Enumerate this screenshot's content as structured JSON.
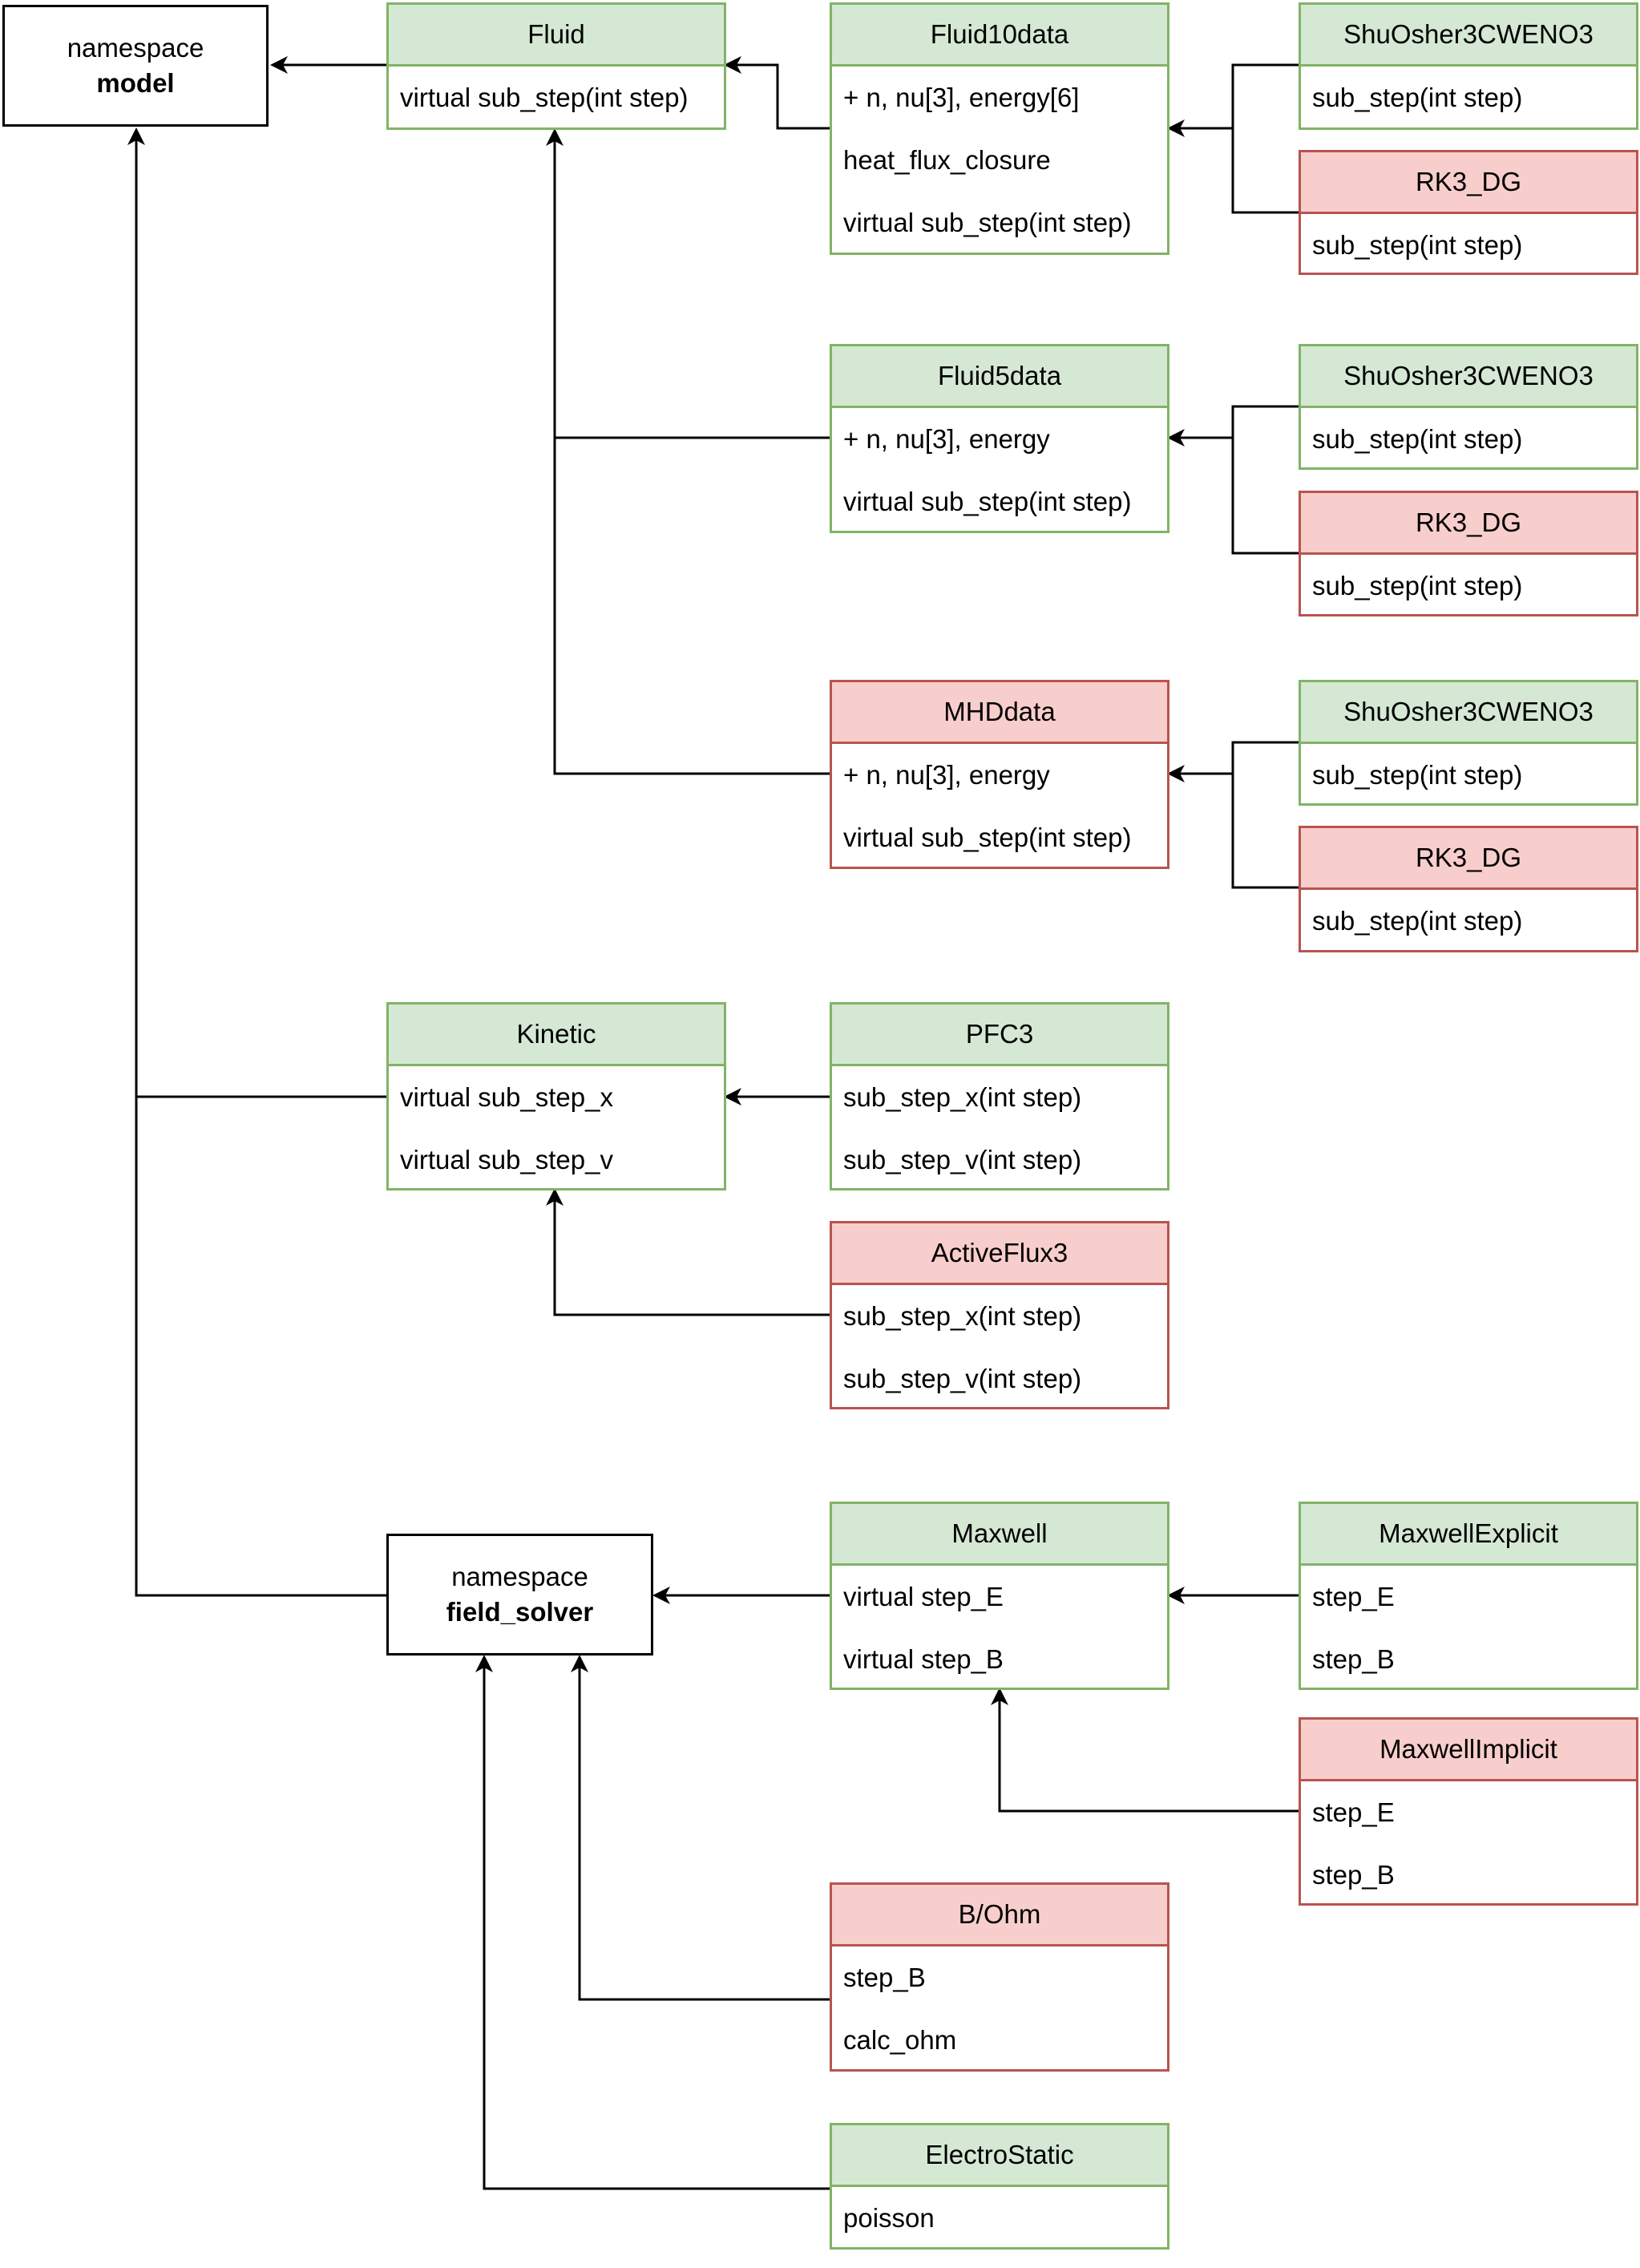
{
  "colors": {
    "green_fill": "#d5e8d4",
    "green_border": "#82b366",
    "red_fill": "#f8cecc",
    "red_border": "#b85450",
    "line": "#000000"
  },
  "namespaces": {
    "model": {
      "line1": "namespace",
      "line2": "model"
    },
    "field_solver": {
      "line1": "namespace",
      "line2": "field_solver"
    }
  },
  "classes": {
    "fluid": {
      "title": "Fluid",
      "members": [
        "virtual sub_step(int step)"
      ]
    },
    "fluid10data": {
      "title": "Fluid10data",
      "members": [
        "+ n, nu[3], energy[6]",
        "heat_flux_closure",
        "virtual sub_step(int step)"
      ]
    },
    "fluid10_shuosher": {
      "title": "ShuOsher3CWENO3",
      "members": [
        "sub_step(int step)"
      ]
    },
    "fluid10_rk3dg": {
      "title": "RK3_DG",
      "members": [
        "sub_step(int step)"
      ]
    },
    "fluid5data": {
      "title": "Fluid5data",
      "members": [
        "+ n, nu[3], energy",
        "virtual sub_step(int step)"
      ]
    },
    "fluid5_shuosher": {
      "title": "ShuOsher3CWENO3",
      "members": [
        "sub_step(int step)"
      ]
    },
    "fluid5_rk3dg": {
      "title": "RK3_DG",
      "members": [
        "sub_step(int step)"
      ]
    },
    "mhddata": {
      "title": "MHDdata",
      "members": [
        "+ n, nu[3], energy",
        "virtual sub_step(int step)"
      ]
    },
    "mhd_shuosher": {
      "title": "ShuOsher3CWENO3",
      "members": [
        "sub_step(int step)"
      ]
    },
    "mhd_rk3dg": {
      "title": "RK3_DG",
      "members": [
        "sub_step(int step)"
      ]
    },
    "kinetic": {
      "title": "Kinetic",
      "members": [
        "virtual sub_step_x",
        "virtual sub_step_v"
      ]
    },
    "pfc3": {
      "title": "PFC3",
      "members": [
        "sub_step_x(int step)",
        "sub_step_v(int step)"
      ]
    },
    "activeflux3": {
      "title": "ActiveFlux3",
      "members": [
        "sub_step_x(int step)",
        "sub_step_v(int step)"
      ]
    },
    "maxwell": {
      "title": "Maxwell",
      "members": [
        "virtual step_E",
        "virtual step_B"
      ]
    },
    "maxwellexplicit": {
      "title": "MaxwellExplicit",
      "members": [
        "step_E",
        "step_B"
      ]
    },
    "maxwellimplicit": {
      "title": "MaxwellImplicit",
      "members": [
        "step_E",
        "step_B"
      ]
    },
    "bohm": {
      "title": "B/Ohm",
      "members": [
        "step_B",
        "calc_ohm"
      ]
    },
    "electrostatic": {
      "title": "ElectroStatic",
      "members": [
        "poisson"
      ]
    }
  }
}
